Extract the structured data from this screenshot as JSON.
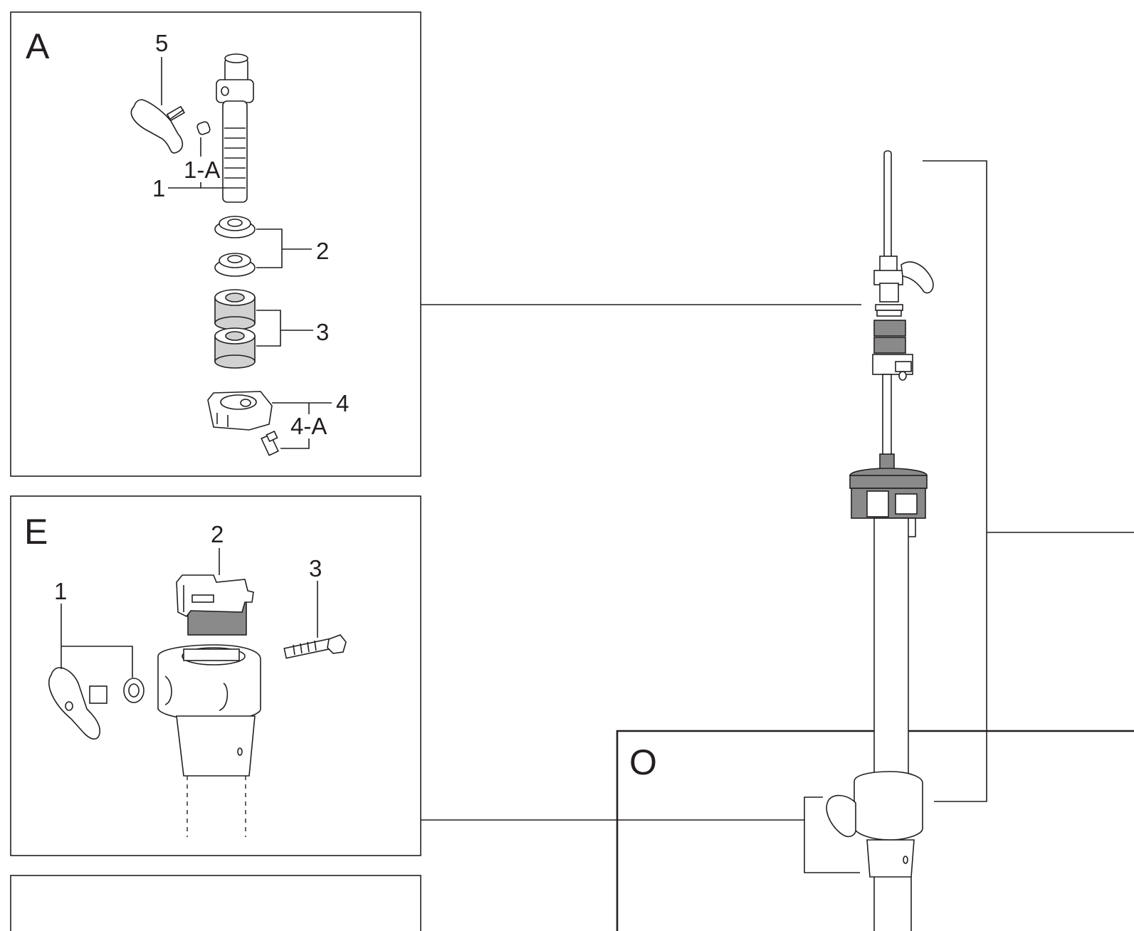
{
  "panels": {
    "A": {
      "letter": "A",
      "callouts": {
        "c5": "5",
        "c1a": "1-A",
        "c1": "1",
        "c2": "2",
        "c3": "3",
        "c4": "4",
        "c4a": "4-A"
      }
    },
    "E": {
      "letter": "E",
      "callouts": {
        "c1": "1",
        "c2": "2",
        "c3": "3"
      }
    },
    "O": {
      "letter": "O"
    }
  },
  "colors": {
    "line": "#231f20",
    "felt_gray": "#d1d1d1",
    "clutch_dark": "#8a8a8a"
  }
}
